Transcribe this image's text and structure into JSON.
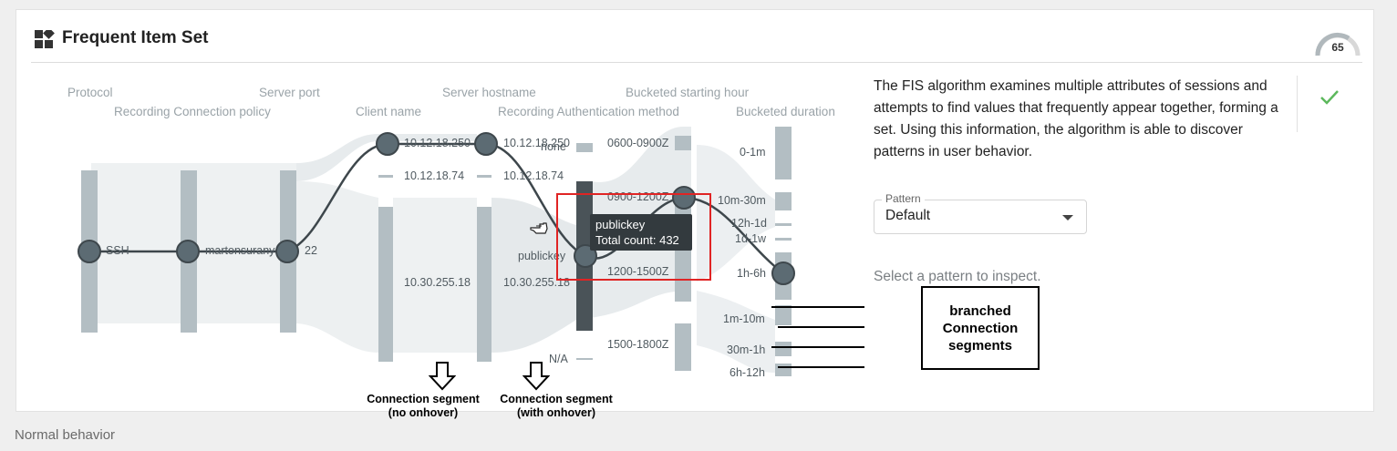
{
  "card": {
    "title": "Frequent Item Set",
    "title_icon": "dashboard-widgets-icon",
    "score": "65"
  },
  "viz": {
    "column_headers": {
      "protocol": "Protocol",
      "policy": "Recording Connection policy",
      "server_port": "Server port",
      "client_name": "Client name",
      "server_hostname": "Server hostname",
      "auth_method": "Recording Authentication method",
      "starting_hour": "Bucketed starting hour",
      "duration": "Bucketed duration"
    },
    "nodes": {
      "protocol": "SSH",
      "policy": "martonsurany",
      "port": "22",
      "client_1": "10.12.18.250",
      "client_2": "10.12.18.74",
      "client_3": "10.30.255.18",
      "host_1": "10.12.18.250",
      "host_2": "10.12.18.74",
      "host_3": "10.30.255.18",
      "auth_none": "none",
      "auth_publickey": "publickey",
      "auth_na": "N/A",
      "hour_1": "0600-0900Z",
      "hour_2": "0900-1200Z",
      "hour_3": "1200-1500Z",
      "hour_4": "1500-1800Z",
      "dur_1": "0-1m",
      "dur_2": "10m-30m",
      "dur_3": "12h-1d",
      "dur_4": "1d-1w",
      "dur_5": "1h-6h",
      "dur_6": "1m-10m",
      "dur_7": "30m-1h",
      "dur_8": "6h-12h"
    },
    "tooltip": {
      "label": "publickey",
      "count_text": "Total count: 432"
    },
    "annotations": {
      "segment_no_hover_line1": "Connection segment",
      "segment_no_hover_line2": "(no onhover)",
      "segment_hover_line1": "Connection segment",
      "segment_hover_line2": "(with onhover)",
      "branched_line1": "branched",
      "branched_line2": "Connection",
      "branched_line3": "segments"
    }
  },
  "panel": {
    "description": "The FIS algorithm examines multiple attributes of sessions and attempts to find values that frequently appear together, forming a set. Using this information, the algorithm is able to discover patterns in user behavior.",
    "status_icon": "check-icon",
    "pattern_label": "Pattern",
    "pattern_value": "Default",
    "hint": "Select a pattern to inspect."
  },
  "footer": {
    "label": "Normal behavior"
  },
  "colors": {
    "node_fill": "#5c6b73",
    "bar": "#b3bec3",
    "flow": "#e8ecee",
    "highlight": "#e02424",
    "check": "#5cb85c"
  }
}
